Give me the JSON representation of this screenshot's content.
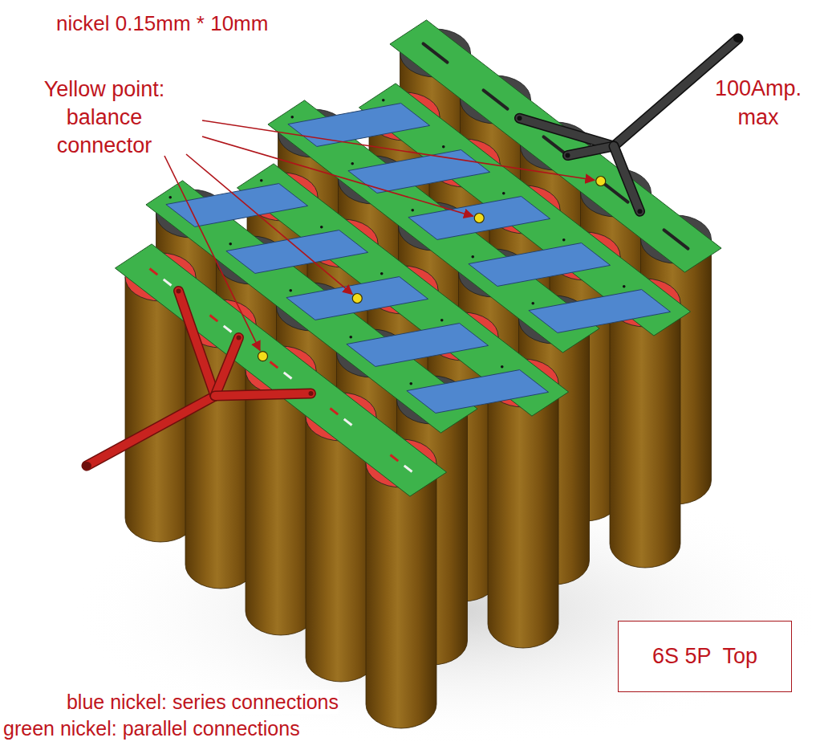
{
  "diagram": {
    "nodes": [
      {
        "text": [
          "6S 5P  Top"
        ]
      }
    ],
    "labels": [
      "nickel 0.15mm * 10mm",
      "Yellow point: balance connector",
      "100Amp. max",
      "blue nickel: series connections",
      "green nickel: parallel connections"
    ]
  }
}
